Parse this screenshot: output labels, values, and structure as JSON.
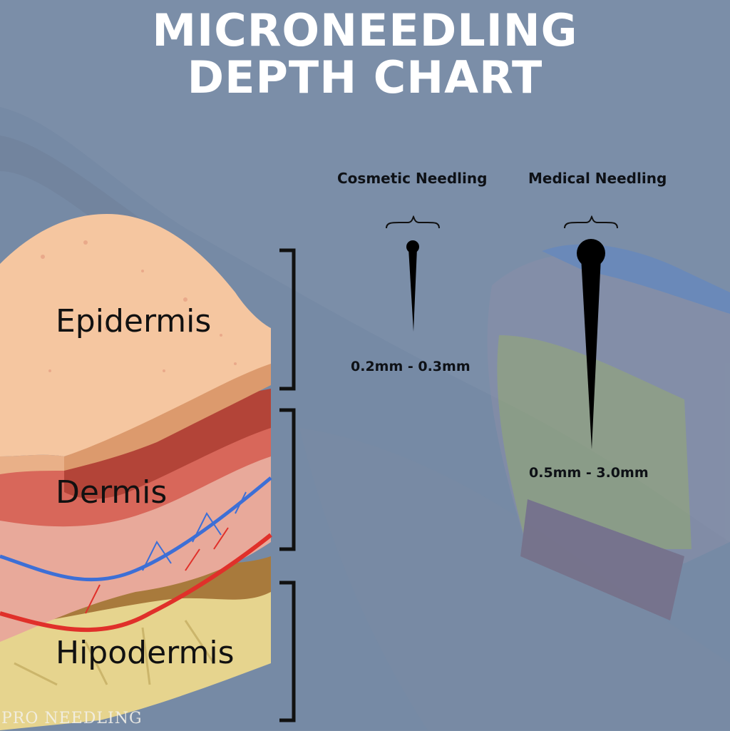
{
  "title": {
    "line1": "MICRONEEDLING",
    "line2": "DEPTH CHART"
  },
  "columns": {
    "cosmetic": {
      "label": "Cosmetic Needling",
      "range": "0.2mm - 0.3mm"
    },
    "medical": {
      "label": "Medical Needling",
      "range": "0.5mm - 3.0mm"
    }
  },
  "layers": {
    "epidermis": "Epidermis",
    "dermis": "Dermis",
    "hipodermis": "Hipodermis"
  },
  "brand": "PRO NEEDLING",
  "colors": {
    "background": "#7b8ea8",
    "title": "#ffffff",
    "skin": "#f5c6a0",
    "dermis": "#e07a6a",
    "vein": "#3d6fd6",
    "artery": "#e0302a",
    "fat": "#e6d48e",
    "needle": "#000000"
  }
}
